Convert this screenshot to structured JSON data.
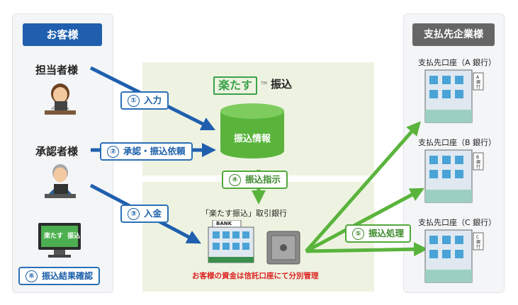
{
  "customer": {
    "header": "お客様",
    "person1_label": "担当者様",
    "person2_label": "承認者様",
    "result_button": "振込結果確認",
    "result_num": "⑥",
    "monitor_logo": "楽たす",
    "monitor_suffix": "振込"
  },
  "center": {
    "logo_brand": "楽たす",
    "logo_tm": "TM",
    "logo_suffix": "振込",
    "cylinder_label": "振込情報",
    "bank_caption": "「楽たす振込」取引銀行",
    "bank_sign": "BANK",
    "note": "お客様の資金は信託口座にて分別管理"
  },
  "steps": [
    {
      "num": "①",
      "label": "入力"
    },
    {
      "num": "②",
      "label": "承認・振込依頼"
    },
    {
      "num": "③",
      "label": "入金"
    },
    {
      "num": "④",
      "label": "振込指示"
    },
    {
      "num": "⑤",
      "label": "振込処理"
    }
  ],
  "payees": {
    "header": "支払先企業様",
    "accounts": [
      {
        "label": "支払先口座（A 銀行）",
        "tag": "A銀行"
      },
      {
        "label": "支払先口座（B 銀行）",
        "tag": "B銀行"
      },
      {
        "label": "支払先口座（C 銀行）",
        "tag": "C銀行"
      }
    ]
  },
  "colors": {
    "blue": "#1f5fae",
    "green": "#5ab43c",
    "header_blue": "#1f5fae",
    "header_gray": "#666666",
    "red": "#dd2222"
  }
}
